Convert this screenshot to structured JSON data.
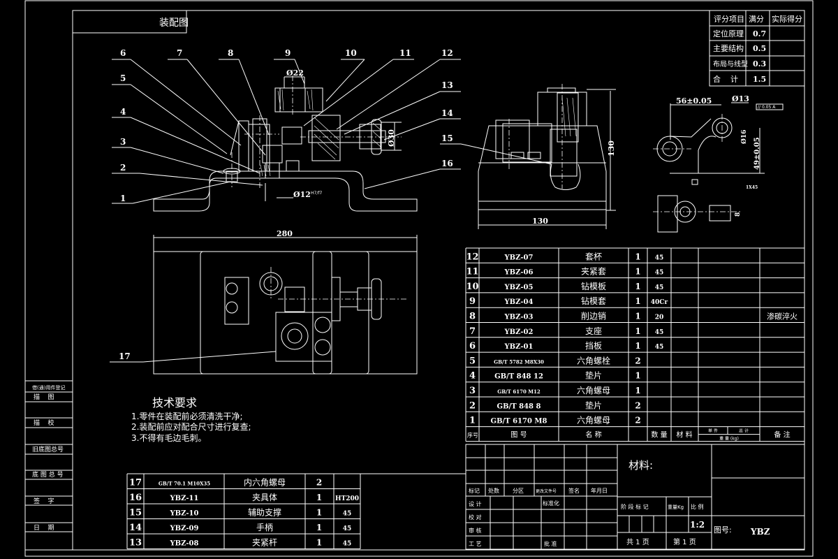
{
  "drawing_title": "装配图",
  "score_table": {
    "headers": [
      "评分项目",
      "满分",
      "实际得分"
    ],
    "rows": [
      {
        "item": "定位原理",
        "full": "0.7",
        "actual": ""
      },
      {
        "item": "主要结构",
        "full": "0.5",
        "actual": ""
      },
      {
        "item": "布局与线型",
        "full": "0.3",
        "actual": ""
      },
      {
        "item": "合    计",
        "full": "1.5",
        "actual": ""
      }
    ]
  },
  "balloons": [
    "1",
    "2",
    "3",
    "4",
    "5",
    "6",
    "7",
    "8",
    "9",
    "10",
    "11",
    "12",
    "13",
    "14",
    "15",
    "16",
    "17"
  ],
  "dimensions": {
    "front_bore": "Ø22",
    "front_pin": "Ø12",
    "front_pin_fit": "H7/f7",
    "front_handle": "Ø30",
    "side_height": "130",
    "side_width": "130",
    "top_width": "280",
    "detail_span": "56±0.05",
    "detail_hole": "Ø13",
    "detail_bore": "Ø16",
    "detail_height": "49±0.05",
    "detail_chamfer": "1X45",
    "detail_depth": "8",
    "detail_tolerance": "// 0.05 A"
  },
  "tech_requirements": {
    "title": "技术要求",
    "items": [
      "1.零件在装配前必须清洗干净;",
      "2.装配前应对配合尺寸进行复查;",
      "3.不得有毛边毛刺。"
    ]
  },
  "left_strip": [
    "借(通)用件登记",
    "描    图",
    "描    校",
    "旧底图总号",
    "底 图 总 号",
    "签    字",
    "日    期"
  ],
  "bom_main": {
    "rows": [
      {
        "no": "12",
        "code": "YBZ-07",
        "name": "套杯",
        "qty": "1",
        "material": "45",
        "remark": ""
      },
      {
        "no": "11",
        "code": "YBZ-06",
        "name": "夹紧套",
        "qty": "1",
        "material": "45",
        "remark": ""
      },
      {
        "no": "10",
        "code": "YBZ-05",
        "name": "钻模板",
        "qty": "1",
        "material": "45",
        "remark": ""
      },
      {
        "no": "9",
        "code": "YBZ-04",
        "name": "钻模套",
        "qty": "1",
        "material": "40Cr",
        "remark": ""
      },
      {
        "no": "8",
        "code": "YBZ-03",
        "name": "削边销",
        "qty": "1",
        "material": "20",
        "remark": "渗碳淬火"
      },
      {
        "no": "7",
        "code": "YBZ-02",
        "name": "支座",
        "qty": "1",
        "material": "45",
        "remark": ""
      },
      {
        "no": "6",
        "code": "YBZ-01",
        "name": "挡板",
        "qty": "1",
        "material": "45",
        "remark": ""
      },
      {
        "no": "5",
        "code": "GB/T 5782 M8X30",
        "name": "六角螺栓",
        "qty": "2",
        "material": "",
        "remark": ""
      },
      {
        "no": "4",
        "code": "GB/T 848 12",
        "name": "垫片",
        "qty": "1",
        "material": "",
        "remark": ""
      },
      {
        "no": "3",
        "code": "GB/T 6170 M12",
        "name": "六角螺母",
        "qty": "1",
        "material": "",
        "remark": ""
      },
      {
        "no": "2",
        "code": "GB/T 848 8",
        "name": "垫片",
        "qty": "2",
        "material": "",
        "remark": ""
      },
      {
        "no": "1",
        "code": "GB/T 6170 M8",
        "name": "六角螺母",
        "qty": "2",
        "material": "",
        "remark": ""
      }
    ],
    "header": {
      "no": "序号",
      "code": "图    号",
      "name": "名    称",
      "qty": "数 量",
      "material": "材 料",
      "unit": "单 件",
      "total": "总 计",
      "weight": "重 量 (kg)",
      "remark": "备 注"
    }
  },
  "bom_lower": {
    "rows": [
      {
        "no": "17",
        "code": "GB/T 70.1 M10X35",
        "name": "内六角螺母",
        "qty": "2",
        "material": ""
      },
      {
        "no": "16",
        "code": "YBZ-11",
        "name": "夹具体",
        "qty": "1",
        "material": "HT200"
      },
      {
        "no": "15",
        "code": "YBZ-10",
        "name": "辅助支撑",
        "qty": "1",
        "material": "45"
      },
      {
        "no": "14",
        "code": "YBZ-09",
        "name": "手柄",
        "qty": "1",
        "material": "45"
      },
      {
        "no": "13",
        "code": "YBZ-08",
        "name": "夹紧杆",
        "qty": "1",
        "material": "45"
      }
    ]
  },
  "title_block": {
    "revision_headers": [
      "标记",
      "处数",
      "分区",
      "更改文件号",
      "签名",
      "年月日"
    ],
    "roles": [
      "设 计",
      "校 对",
      "审 核",
      "工 艺"
    ],
    "standardize": "标准化",
    "approve": "批 准",
    "material_label": "材料:",
    "stage_label": "阶 段 标 记",
    "weight_label": "重量Kg",
    "scale_label": "比 例",
    "scale_value": "1:2",
    "total_pages": "共 1 页",
    "page_no": "第 1 页",
    "drawing_no_label": "图号:",
    "drawing_no": "YBZ"
  }
}
